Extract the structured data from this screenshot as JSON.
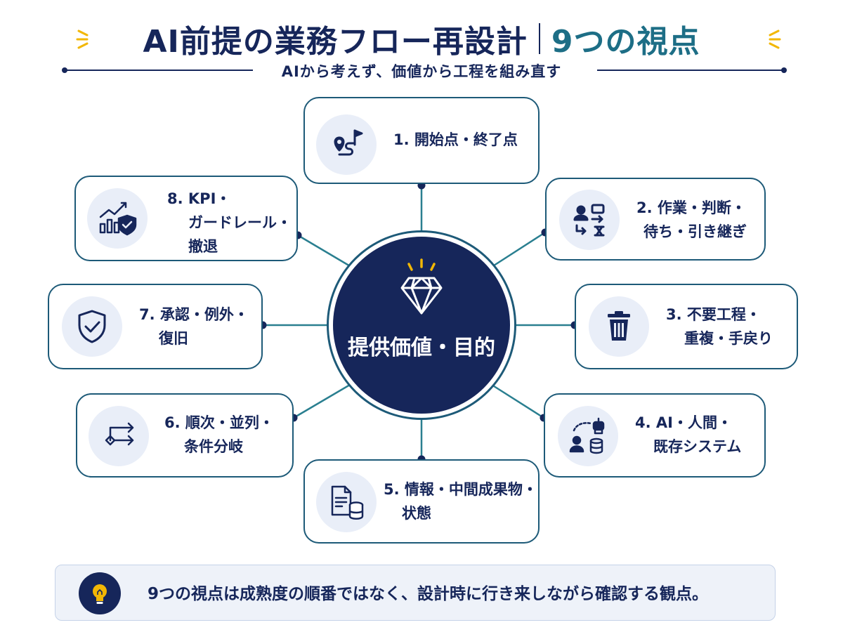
{
  "header": {
    "title_main": "AI前提の業務フロー再設計",
    "title_accent": "9つの視点",
    "subtitle": "AIから考えず、価値から工程を組み直す"
  },
  "hub": {
    "label": "提供価値・目的"
  },
  "perspectives": [
    {
      "icon": "location-flag-route-icon",
      "lines": [
        "1. 開始点・終了点"
      ]
    },
    {
      "icon": "person-task-hourglass-icon",
      "lines": [
        "2. 作業・判断・",
        "待ち・引き継ぎ"
      ]
    },
    {
      "icon": "trash-icon",
      "lines": [
        "3. 不要工程・",
        "重複・手戻り"
      ]
    },
    {
      "icon": "person-robot-database-icon",
      "lines": [
        "4. AI・人間・",
        "既存システム"
      ]
    },
    {
      "icon": "document-database-icon",
      "lines": [
        "5. 情報・中間成果物・",
        "状態"
      ]
    },
    {
      "icon": "branch-arrows-icon",
      "lines": [
        "6. 順次・並列・",
        "条件分岐"
      ]
    },
    {
      "icon": "shield-check-icon",
      "lines": [
        "7. 承認・例外・",
        "復旧"
      ]
    },
    {
      "icon": "chart-shield-icon",
      "lines": [
        "8. KPI・",
        "ガードレール・",
        "撤退"
      ]
    }
  ],
  "footer": {
    "icon": "lightbulb-icon",
    "text": "9つの視点は成熟度の順番ではなく、設計時に行き来しながら確認する観点。"
  },
  "colors": {
    "navy": "#16265a",
    "teal": "#1d5a78",
    "accent": "#1d6e86",
    "gold": "#f2b705"
  }
}
